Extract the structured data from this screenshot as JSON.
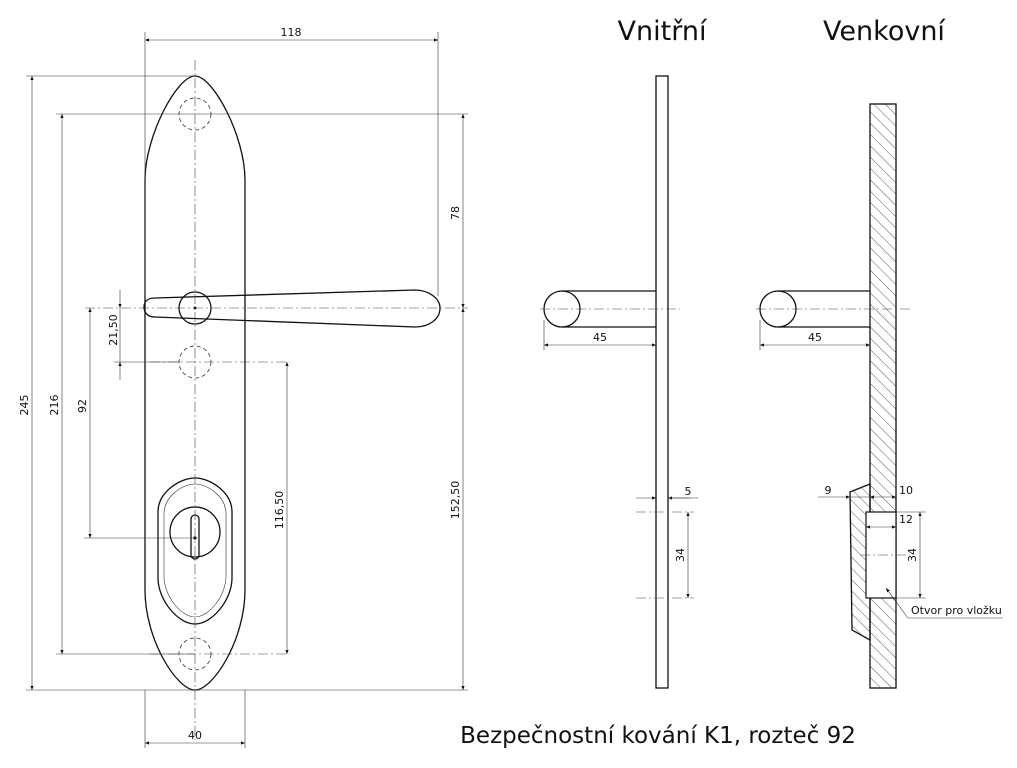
{
  "views": {
    "inner_title": "Vnitřní",
    "outer_title": "Venkovní"
  },
  "dimensions": {
    "width_total": "118",
    "height_total": "245",
    "hole_spacing": "216",
    "handle_to_top_hole": "78",
    "handle_to_bottom": "152,50",
    "spacing": "92",
    "handle_to_mid_hole": "21,50",
    "cylinder_to_bottom_hole": "116,50",
    "plate_width": "40",
    "inner_handle_projection": "45",
    "outer_handle_projection": "45",
    "inner_plate_thickness": "5",
    "inner_cylinder_height": "34",
    "outer_recess_left": "9",
    "outer_recess_right": "10",
    "outer_cylinder_width": "12",
    "outer_cylinder_height": "34"
  },
  "annotations": {
    "cylinder_hole": "Otvor pro vložku"
  },
  "caption": "Bezpečnostní kování K1, rozteč 92",
  "colors": {
    "line": "#111111",
    "background": "#ffffff"
  }
}
